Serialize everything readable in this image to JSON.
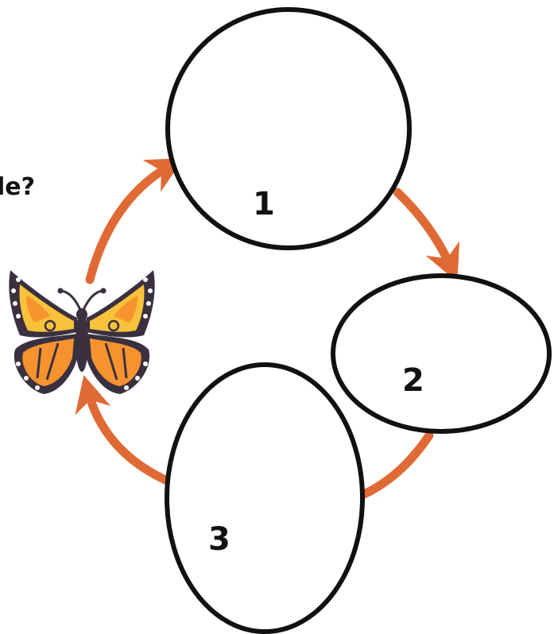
{
  "title_fragment": "le?",
  "stages": [
    {
      "number": "1"
    },
    {
      "number": "2"
    },
    {
      "number": "3"
    }
  ],
  "colors": {
    "arrow": "#E06A35",
    "outline": "#111111",
    "butterfly_wing_orange": "#F7932F",
    "butterfly_wing_yellow": "#F8C23A",
    "butterfly_dark": "#3A3040",
    "butterfly_white": "#FFFFFF"
  },
  "icons": [
    "butterfly-icon"
  ]
}
